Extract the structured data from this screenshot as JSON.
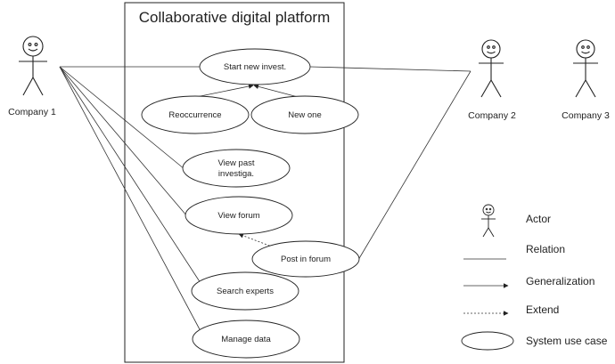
{
  "system": {
    "title": "Collaborative digital platform"
  },
  "actors": {
    "company1": "Company 1",
    "company2": "Company 2",
    "company3": "Company 3"
  },
  "use_cases": {
    "start": "Start new invest.",
    "reoccurrence": "Reoccurrence",
    "new_one": "New one",
    "view_past_1": "View past",
    "view_past_2": "investiga.",
    "view_forum": "View forum",
    "post_forum": "Post in forum",
    "search_experts": "Search experts",
    "manage_data": "Manage data"
  },
  "legend": {
    "actor": "Actor",
    "relation": "Relation",
    "generalization": "Generalization",
    "extend": "Extend",
    "use_case": "System use case"
  }
}
